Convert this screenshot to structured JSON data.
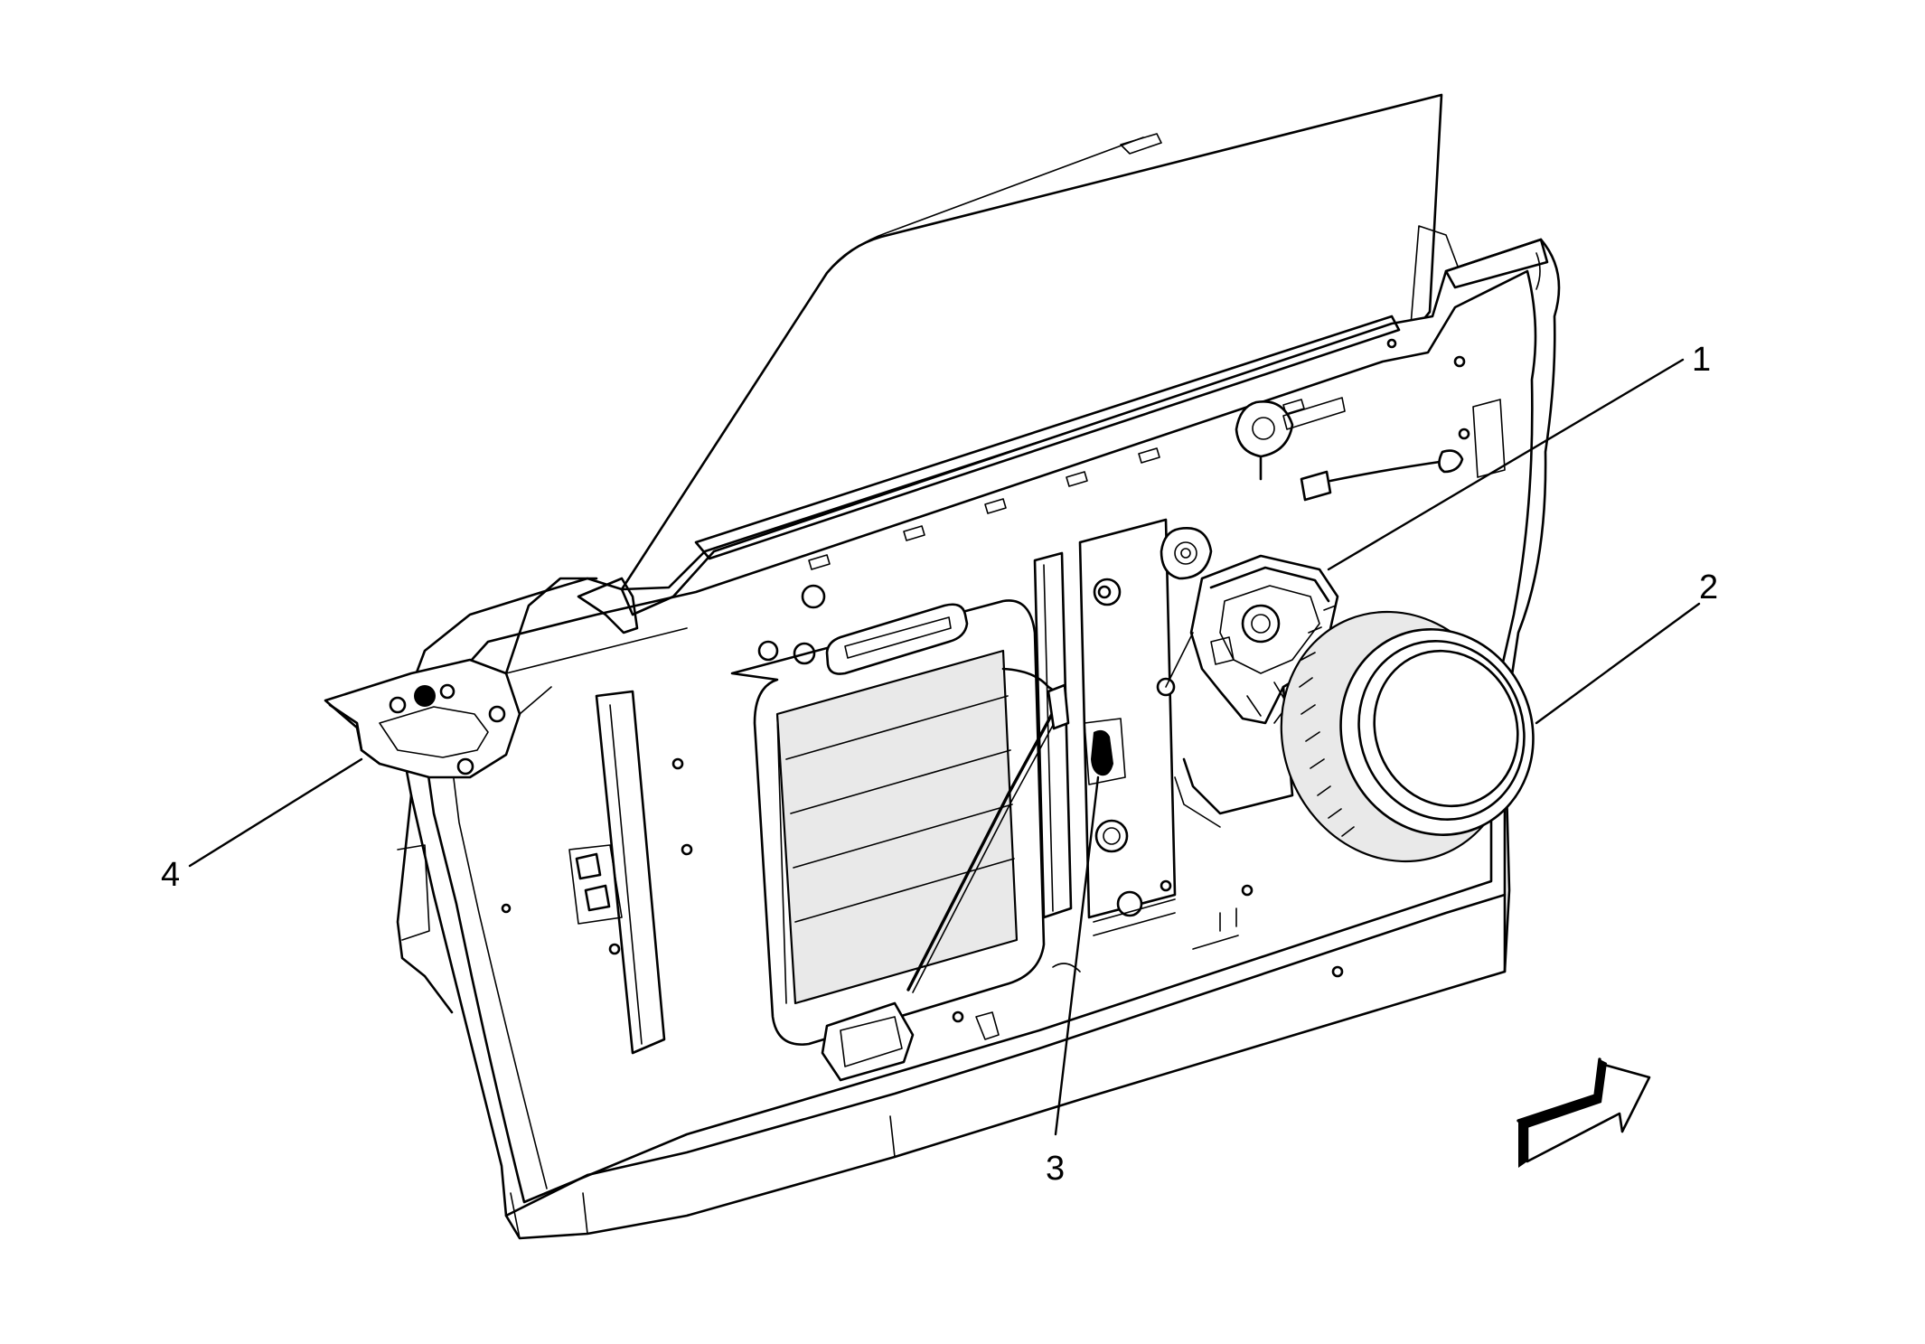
{
  "callouts": [
    {
      "id": "1",
      "label": "1",
      "part": "window-regulator-motor"
    },
    {
      "id": "2",
      "label": "2",
      "part": "door-speaker"
    },
    {
      "id": "3",
      "label": "3",
      "part": "grommet-fastener"
    },
    {
      "id": "4",
      "label": "4",
      "part": "outside-mirror-bracket"
    }
  ],
  "orientation_arrow": {
    "direction": "front-of-vehicle"
  },
  "colors": {
    "line": "#000000",
    "background": "#ffffff",
    "shade": "#e9e9e9"
  }
}
